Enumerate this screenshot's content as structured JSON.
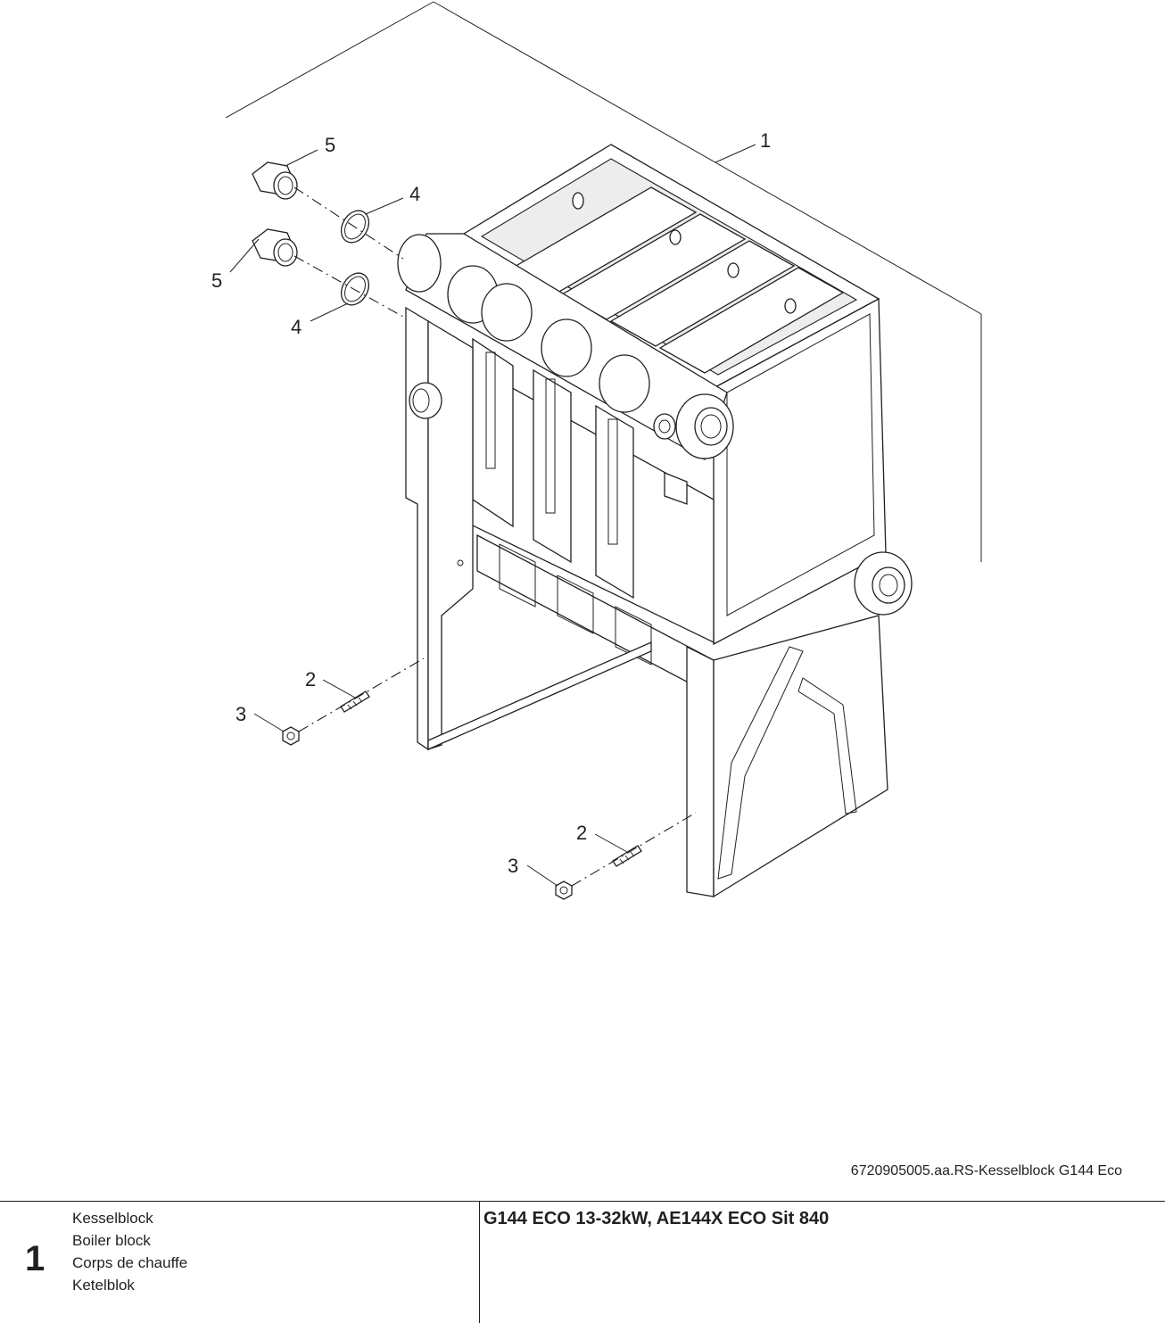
{
  "callouts": {
    "c1": "1",
    "c2a": "2",
    "c2b": "2",
    "c3a": "3",
    "c3b": "3",
    "c4a": "4",
    "c4b": "4",
    "c5a": "5",
    "c5b": "5"
  },
  "figure_reference": "6720905005.aa.RS-Kesselblock G144 Eco",
  "footer": {
    "position_number": "1",
    "names": [
      "Kesselblock",
      "Boiler block",
      "Corps de chauffe",
      "Ketelblok"
    ],
    "model_title": "G144 ECO 13-32kW, AE144X ECO Sit 840"
  }
}
